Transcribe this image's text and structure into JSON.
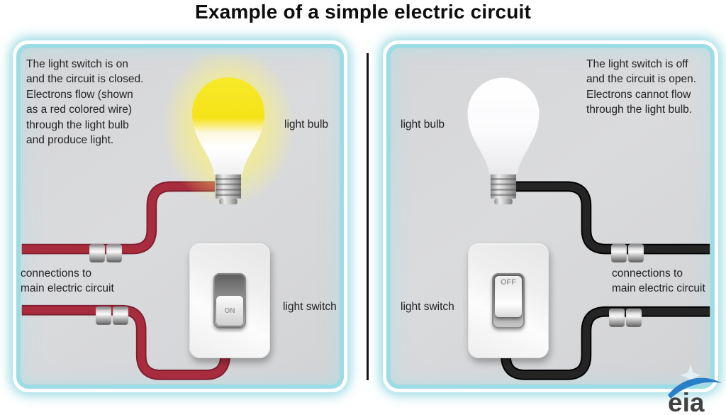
{
  "title": "Example of a simple electric circuit",
  "colors": {
    "wire_on": "#a82c3e",
    "wire_edge_on": "#7e1f30",
    "wire_off": "#242424",
    "wire_edge_off": "#000000",
    "panel_glow": "#8fd9e2",
    "bulb_lit": "#f5e51d",
    "logo_blue": "#2a7fc9"
  },
  "left_panel": {
    "desc_lines": [
      "The light switch is on",
      "and the circuit is closed.",
      "Electrons flow (shown",
      "as a red colored wire)",
      "through the light bulb",
      "and produce light."
    ],
    "bulb_label": "light bulb",
    "switch_label": "light switch",
    "switch_state": "ON",
    "connections_lines": [
      "connections to",
      "main electric circuit"
    ]
  },
  "right_panel": {
    "desc_lines": [
      "The light switch is off",
      "and the circuit is open.",
      "Electrons cannot flow",
      "through the light bulb."
    ],
    "bulb_label": "light bulb",
    "switch_label": "light switch",
    "switch_state": "OFF",
    "connections_lines": [
      "connections to",
      "main electric circuit"
    ]
  },
  "logo": {
    "text": "eia"
  }
}
